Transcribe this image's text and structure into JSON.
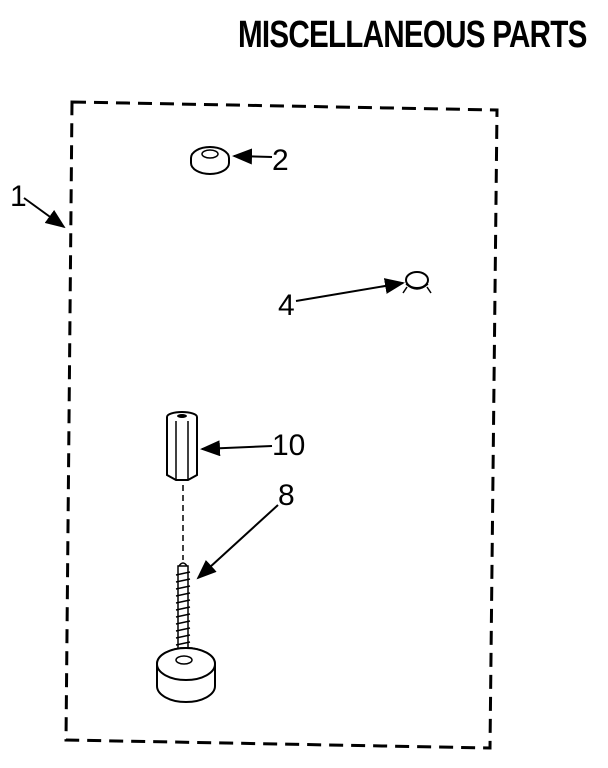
{
  "title": "MISCELLANEOUS PARTS",
  "callouts": {
    "kit": "1",
    "washer": "2",
    "clip": "4",
    "bolt": "8",
    "nut": "10"
  }
}
